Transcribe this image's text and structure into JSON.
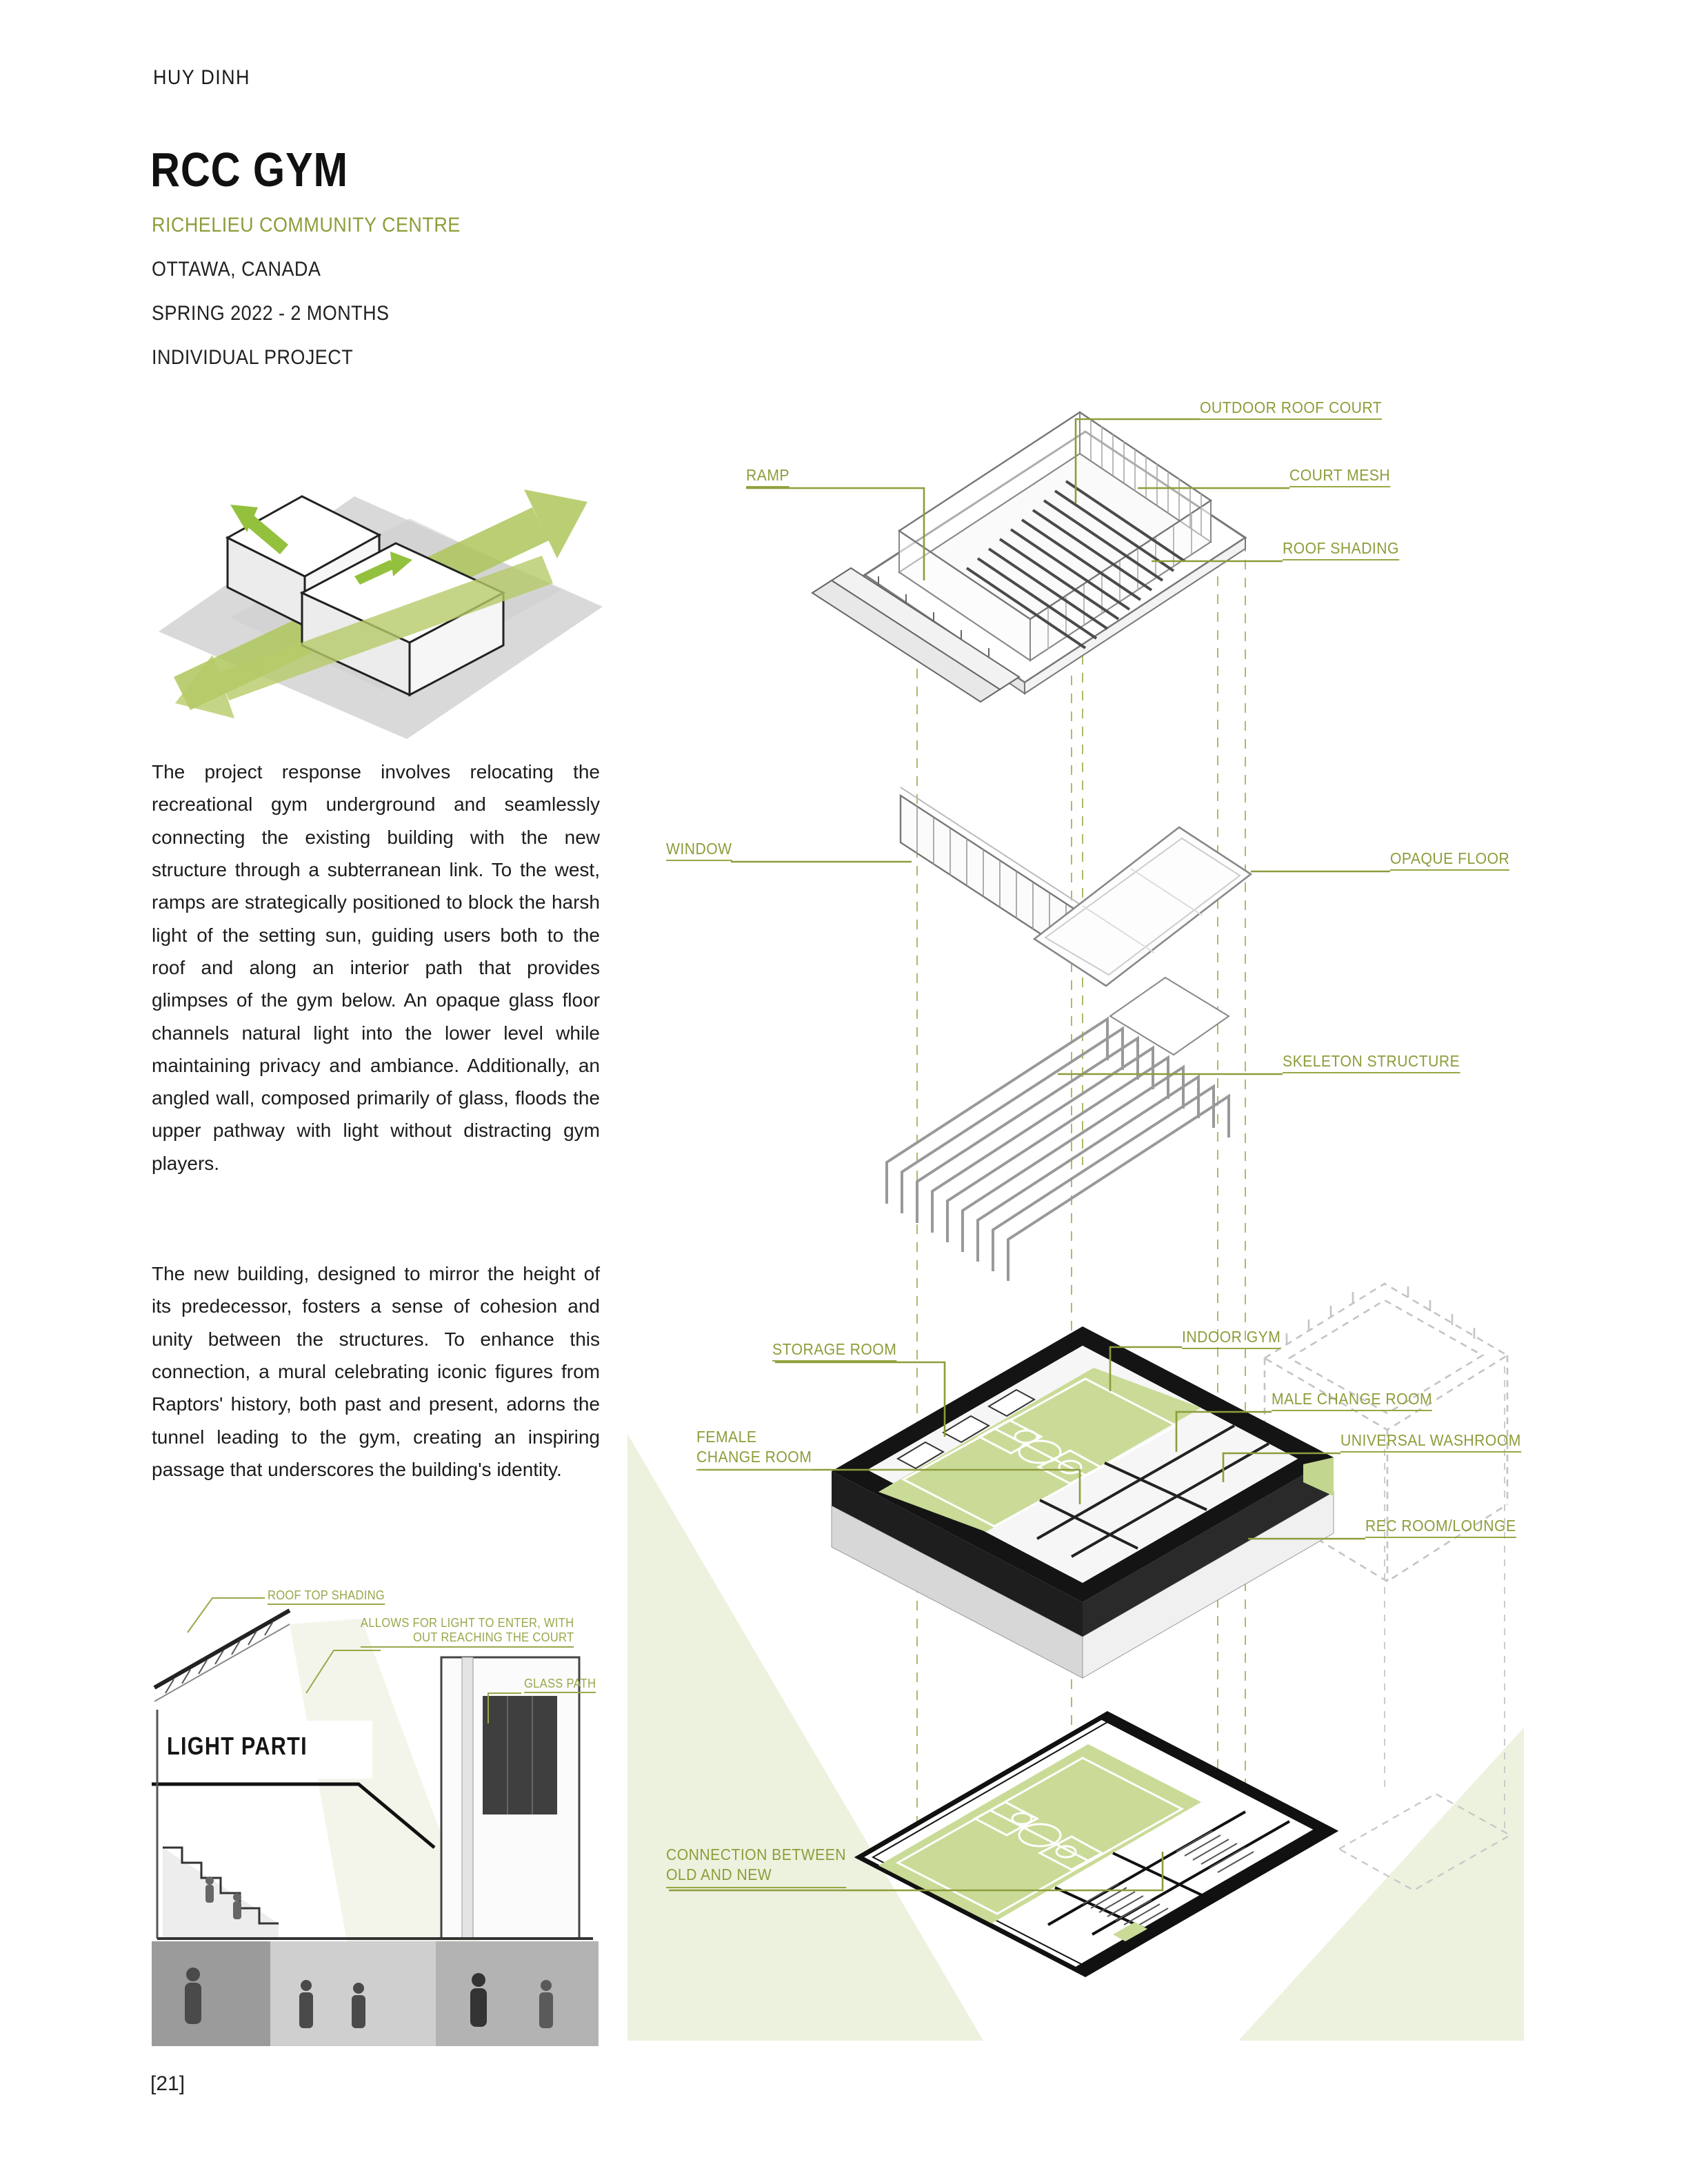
{
  "page": {
    "author": "HUY DINH",
    "page_number": "[21]"
  },
  "header": {
    "title": "RCC GYM",
    "subtitle": "RICHELIEU COMMUNITY CENTRE",
    "location": "OTTAWA, CANADA",
    "timeline": "SPRING 2022 - 2 MONTHS",
    "project_type": "INDIVIDUAL PROJECT"
  },
  "description": {
    "paragraph_1": "The project response involves relocating the recreational gym underground and seamlessly connecting the existing building with the new structure through a subterranean link. To the west, ramps are strategically positioned to block the harsh light of the setting sun, guiding users both to the roof and along an interior path that provides glimpses of the gym below. An opaque glass floor channels natural light into the lower level while maintaining privacy and ambiance. Additionally, an angled wall, composed primarily of glass, floods the upper pathway with light without distracting gym players.",
    "paragraph_2": "The new building, designed to mirror the height of its predecessor, fosters a sense of cohesion and unity between the structures. To enhance this connection, a mural celebrating iconic figures from Raptors' history, both past and present, adorns the tunnel leading to the gym, creating an inspiring passage that underscores the building's identity."
  },
  "light_parti": {
    "title": "LIGHT PARTI",
    "label_roof_top_shading": "ROOF TOP SHADING",
    "label_light_enter_line1": "ALLOWS FOR LIGHT TO ENTER, WITH",
    "label_light_enter_line2": "OUT REACHING THE COURT",
    "label_glass_path": "GLASS PATH"
  },
  "axon": {
    "labels": {
      "outdoor_roof_court": "OUTDOOR ROOF COURT",
      "ramp": "RAMP",
      "court_mesh": "COURT MESH",
      "roof_shading": "ROOF SHADING",
      "window": "WINDOW",
      "opaque_floor": "OPAQUE FLOOR",
      "skeleton_structure": "SKELETON STRUCTURE",
      "storage_room": "STORAGE ROOM",
      "indoor_gym": "INDOOR GYM",
      "male_change_room": "MALE CHANGE ROOM",
      "female_change_room_line1": "FEMALE",
      "female_change_room_line2": "CHANGE ROOM",
      "universal_washroom": "UNIVERSAL WASHROOM",
      "rec_room_lounge": "REC ROOM/LOUNGE",
      "connection_line1": "CONNECTION BETWEEN",
      "connection_line2": "OLD AND NEW"
    }
  },
  "colors": {
    "accent_olive": "#8E9C3A",
    "court_green": "#C9DB97",
    "site_green": "#ECF2DE",
    "arrow_green": "#AEC75B",
    "ink": "#141414"
  }
}
